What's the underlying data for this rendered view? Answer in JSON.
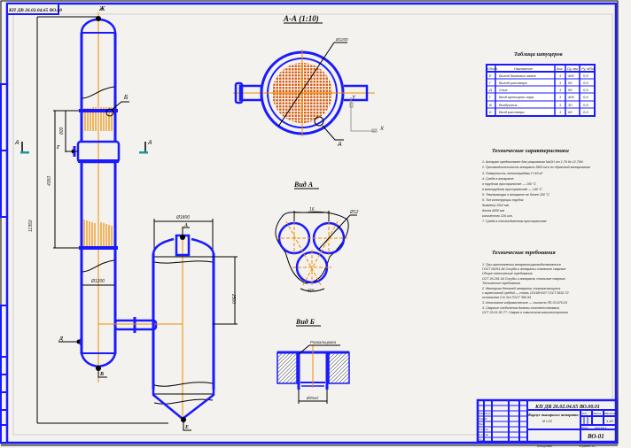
{
  "stamp_top_left": "КП ДВ 26.02.04.65 ВО.00",
  "section_aa": {
    "title": "А-А (1:10)",
    "dia_label": "Ø1200",
    "callout": "А",
    "axis_x": "X",
    "axis_y": "Y"
  },
  "main_view": {
    "labels": {
      "top_nozzle": "Ж",
      "callout_b": "Б",
      "nozzle_g": "Г",
      "nozzle_d": "Д",
      "nozzle_v": "В",
      "nozzle_a": "А",
      "nozzle_e": "Е",
      "section_a_left": "А",
      "section_a_right": "А"
    },
    "dims": {
      "total_height": "11350",
      "mid_height": "4350",
      "lower": "800",
      "inner_dia": "Ø1200",
      "sep_dia": "Ø1800",
      "sep_height": "2500"
    }
  },
  "view_a": {
    "title": "Вид А",
    "dim_top": "16",
    "dim_dia": "Ø12",
    "angle": "60°"
  },
  "view_b": {
    "title": "Вид Б",
    "leader": "Развальцовка",
    "dim": "Ø25х2"
  },
  "nozzle_table": {
    "title": "Таблица штуцеров",
    "headers": [
      "Обозн.",
      "Назначение",
      "Кол.",
      "Dу, мм",
      "Pу, МПа"
    ],
    "rows": [
      [
        "Е",
        "Выход дымовых газов",
        "1",
        "400",
        "0,5"
      ],
      [
        "Г",
        "Выход раствора",
        "1",
        "50",
        "0,5"
      ],
      [
        "Д",
        "Слив",
        "1",
        "50",
        "0,5"
      ],
      [
        "Г",
        "Вход греющего пара",
        "1",
        "400",
        "0,6"
      ],
      [
        "В",
        "Воздушник",
        "1",
        "30",
        "0,5"
      ],
      [
        "Б",
        "Вход раствора",
        "1",
        "65",
        "0,5"
      ]
    ]
  },
  "tech_char": {
    "title": "Технические характеристики",
    "lines": [
      "1. Аппарат предназначен для упаривания NaOH от 1,76 до 12,76%",
      "2. Производительность аппарата 3800 кг/ч по обратной выпаривания",
      "3. Поверхность теплопередачи F=63 м²",
      "4. Среда в аппарате:",
      "   в трубном пространстве — 150 °С",
      "   в межтрубном пространстве — 140 °С",
      "5. Температура в аппарате не более 200 °С",
      "6. Тип конструкции трубок:",
      "   диаметр 25х2 мм",
      "   длина 4000 мм",
      "   количество 226 шт.",
      "7. Среда в теплообменном пространстве"
    ]
  },
  "tech_req": {
    "title": "Технические требования",
    "lines": [
      "1. При изготовлении аппарата руководствоваться",
      "   ГОСТ 26291-84 Сосуды и аппараты стальные сварные.",
      "   Общие технические требования.",
      "   ОСТ 26-291-94 Сосуды и аппараты стальные сварные.",
      "   Технические требования.",
      "2. Материал деталей аппарата, соприкасающихся",
      "   с агрессивной средой — сталь 12Х18Н10Т ГОСТ 5632-72",
      "   остальные Ст 3сп ГОСТ 380-94",
      "3. Испытание гидравлическое — согласно ПБ 03-576-03",
      "4. Сварные соединения должны соответствовать",
      "   ОСТ 26-01-82-77. Сварка в химическом машиностроении"
    ]
  },
  "title_block": {
    "doc_code": "КП ДВ 26.02.04.65 ВО.00.01",
    "name_line1": "Корпус выпарного аппарата",
    "name_line2": "М 1:20",
    "col_headers": [
      "Лит.",
      "Масса",
      "Масштаб"
    ],
    "scale": "1:20",
    "sheet_labels": [
      "Лист",
      "Листов 1"
    ],
    "org": "ВО-01",
    "left_rows": [
      "Изм. Лист",
      "Разраб.",
      "Пров.",
      "Т.контр.",
      "Н.контр.",
      "Утв."
    ],
    "bottom_left": "Копировал",
    "bottom_right": "Формат А1"
  }
}
